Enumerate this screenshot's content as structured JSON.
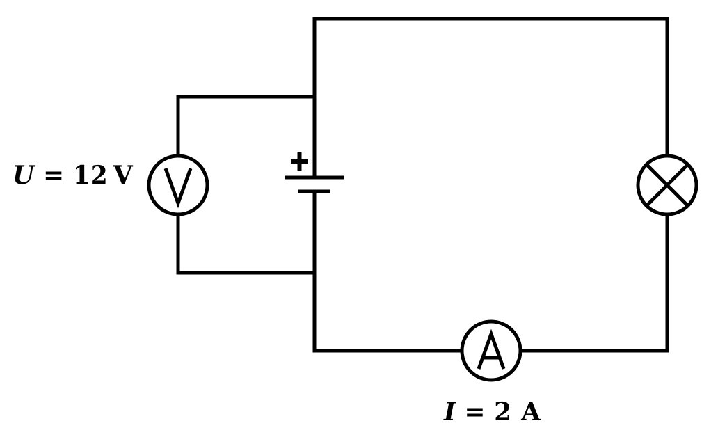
{
  "voltmeter": {
    "symbol": "V"
  },
  "ammeter": {
    "symbol": "A"
  },
  "battery": {
    "positive_mark": "+"
  },
  "labels": {
    "voltage": {
      "var": "U",
      "eq": " = ",
      "value": "12",
      "unit": "V"
    },
    "current": {
      "var": "I",
      "eq": " = ",
      "value": "2",
      "unit": "A"
    }
  },
  "colors": {
    "wire": "#000000",
    "background": "#ffffff"
  }
}
